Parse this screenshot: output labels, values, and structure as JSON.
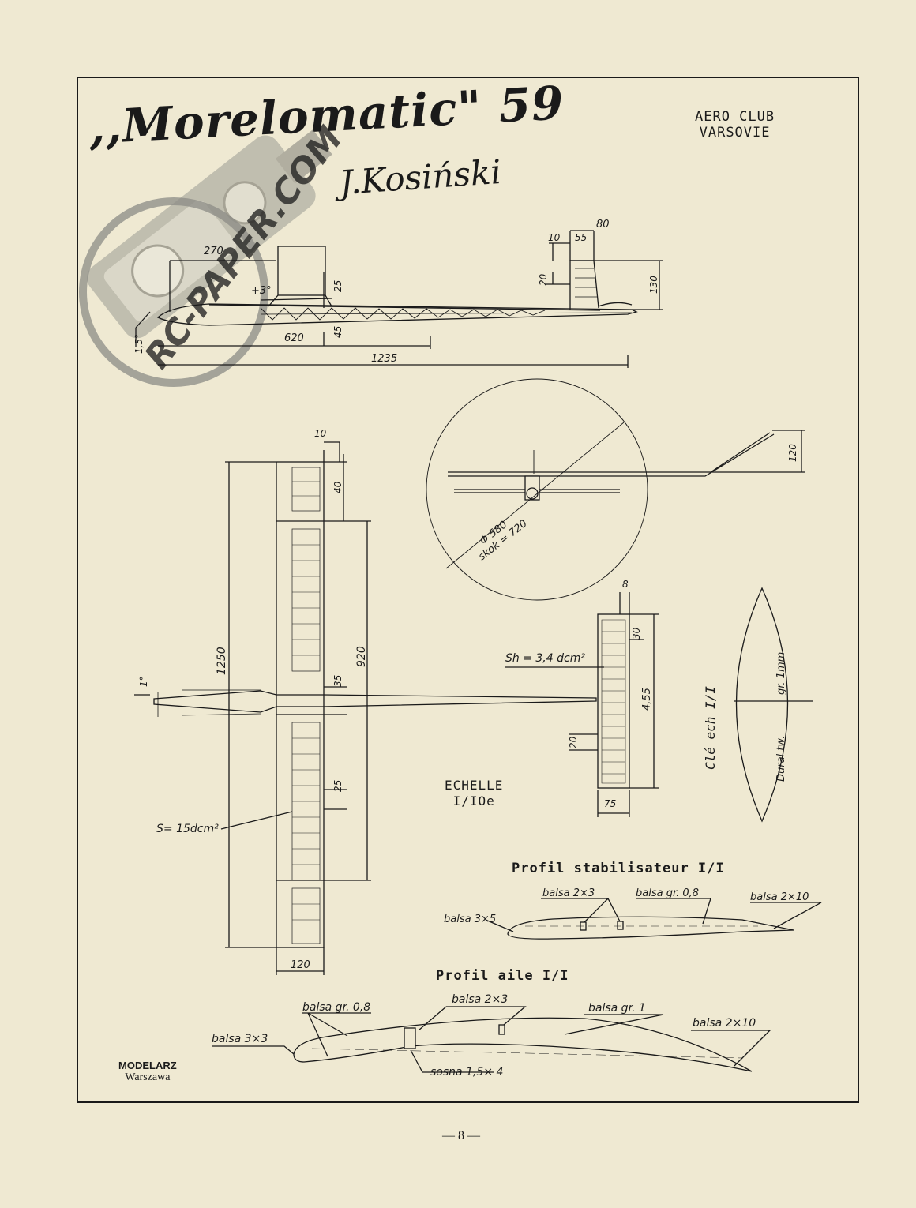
{
  "title": ",,Morelomatic\" 59",
  "author": "J.Kosiński",
  "club": [
    "AERO CLUB",
    "VARSOVIE"
  ],
  "scale": {
    "label": "ECHELLE",
    "value": "I/IOe"
  },
  "sections": {
    "stab_profile": "Profil stabilisateur I/I",
    "wing_profile": "Profil aile I/I",
    "cle": "Clé  ech  I/I"
  },
  "side_view": {
    "dims": [
      "270",
      "+3°",
      "25",
      "620",
      "45",
      "1235",
      "1,5°",
      "80",
      "10",
      "55",
      "20",
      "130"
    ]
  },
  "top_view": {
    "dims": [
      "10",
      "40",
      "1250",
      "920",
      "35",
      "25",
      "1°",
      "120"
    ],
    "area": "S= 15dcm²"
  },
  "tail_view": {
    "dims": [
      "8",
      "30",
      "4,55",
      "20",
      "75"
    ],
    "area": "Sh = 3,4 dcm²"
  },
  "propeller": {
    "diameter": "Φ 580",
    "pitch": "skok = 720",
    "height": "120"
  },
  "key_part": {
    "material": "Dural tw.",
    "thickness": "gr. 1mm"
  },
  "stab_labels": [
    "balsa 2×3",
    "balsa gr. 0,8",
    "balsa 2×10",
    "balsa 3×5"
  ],
  "wing_labels": [
    "balsa gr. 0,8",
    "balsa 2×3",
    "balsa gr. 1",
    "balsa 3×3",
    "balsa 2×10",
    "sosna 1,5× 4"
  ],
  "watermark": "RC-PAPER.COM",
  "publisher": {
    "name": "MODELARZ",
    "city": "Warszawa"
  },
  "page_number": "— 8 —"
}
